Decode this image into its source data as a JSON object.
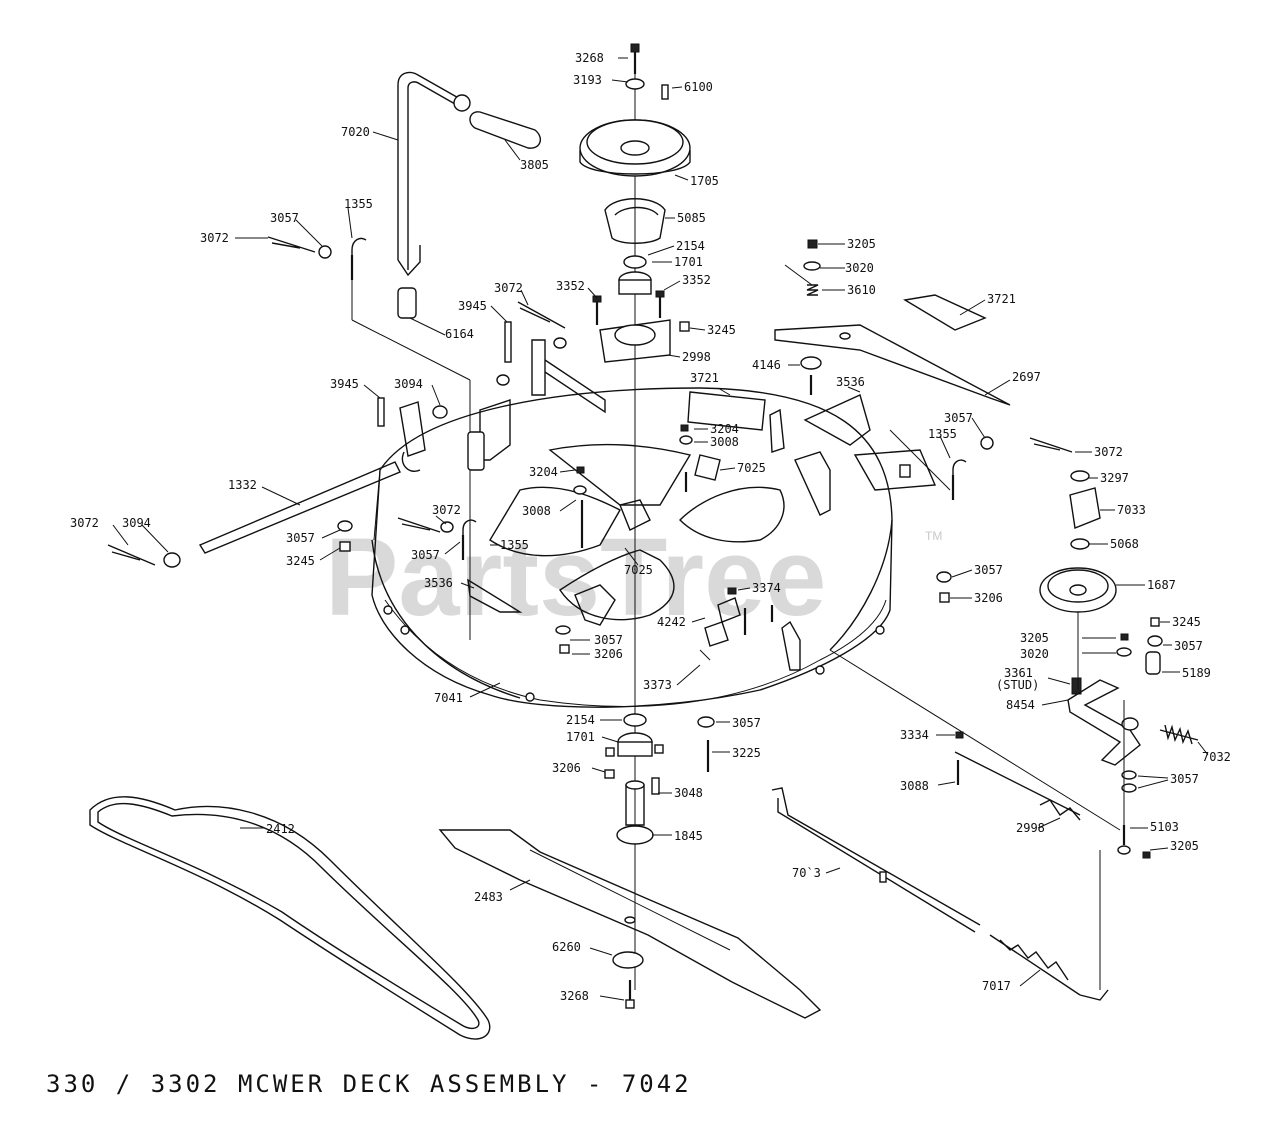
{
  "watermark": "PartsTree",
  "watermark_tm": "TM",
  "caption": "330  /  3302  MCWER  DECK  ASSEMBLY  -  7042",
  "parts": [
    {
      "id": "p1",
      "label": "3268"
    },
    {
      "id": "p2",
      "label": "3193"
    },
    {
      "id": "p3",
      "label": "6100"
    },
    {
      "id": "p4",
      "label": "7020"
    },
    {
      "id": "p5",
      "label": "3805"
    },
    {
      "id": "p6",
      "label": "1705"
    },
    {
      "id": "p7",
      "label": "5085"
    },
    {
      "id": "p8",
      "label": "2154"
    },
    {
      "id": "p9",
      "label": "1701"
    },
    {
      "id": "p10",
      "label": "3352"
    },
    {
      "id": "p11",
      "label": "3352"
    },
    {
      "id": "p12",
      "label": "3245"
    },
    {
      "id": "p13",
      "label": "2998"
    },
    {
      "id": "p14",
      "label": "3057"
    },
    {
      "id": "p15",
      "label": "1355"
    },
    {
      "id": "p16",
      "label": "3072"
    },
    {
      "id": "p17",
      "label": "6164"
    },
    {
      "id": "p18",
      "label": "3945"
    },
    {
      "id": "p19",
      "label": "3072"
    },
    {
      "id": "p20",
      "label": "3945"
    },
    {
      "id": "p21",
      "label": "3094"
    },
    {
      "id": "p22",
      "label": "1332"
    },
    {
      "id": "p23",
      "label": "3072"
    },
    {
      "id": "p24",
      "label": "3094"
    },
    {
      "id": "p25",
      "label": "3057"
    },
    {
      "id": "p26",
      "label": "3245"
    },
    {
      "id": "p27",
      "label": "3072"
    },
    {
      "id": "p28",
      "label": "3057"
    },
    {
      "id": "p29",
      "label": "1355"
    },
    {
      "id": "p30",
      "label": "3536"
    },
    {
      "id": "p31",
      "label": "7041"
    },
    {
      "id": "p32",
      "label": "3204"
    },
    {
      "id": "p33",
      "label": "3008"
    },
    {
      "id": "p34",
      "label": "3721"
    },
    {
      "id": "p35",
      "label": "3204"
    },
    {
      "id": "p36",
      "label": "3008"
    },
    {
      "id": "p37",
      "label": "7025"
    },
    {
      "id": "p38",
      "label": "7025"
    },
    {
      "id": "p39",
      "label": "3057"
    },
    {
      "id": "p40",
      "label": "3206"
    },
    {
      "id": "p41",
      "label": "3373"
    },
    {
      "id": "p42",
      "label": "4242"
    },
    {
      "id": "p43",
      "label": "3374"
    },
    {
      "id": "p44",
      "label": "3205"
    },
    {
      "id": "p45",
      "label": "3020"
    },
    {
      "id": "p46",
      "label": "3610"
    },
    {
      "id": "p47",
      "label": "3721"
    },
    {
      "id": "p48",
      "label": "4146"
    },
    {
      "id": "p49",
      "label": "3536"
    },
    {
      "id": "p50",
      "label": "2697"
    },
    {
      "id": "p51",
      "label": "1355"
    },
    {
      "id": "p52",
      "label": "3057"
    },
    {
      "id": "p53",
      "label": "3072"
    },
    {
      "id": "p54",
      "label": "3297"
    },
    {
      "id": "p55",
      "label": "7033"
    },
    {
      "id": "p56",
      "label": "5068"
    },
    {
      "id": "p57",
      "label": "1687"
    },
    {
      "id": "p58",
      "label": "3057"
    },
    {
      "id": "p59",
      "label": "3206"
    },
    {
      "id": "p60",
      "label": "3245"
    },
    {
      "id": "p61",
      "label": "3057"
    },
    {
      "id": "p62",
      "label": "3205"
    },
    {
      "id": "p63",
      "label": "3020"
    },
    {
      "id": "p64",
      "label": "5189"
    },
    {
      "id": "p65",
      "label": "3361"
    },
    {
      "id": "p66",
      "label": "(STUD)"
    },
    {
      "id": "p67",
      "label": "8454"
    },
    {
      "id": "p68",
      "label": "7032"
    },
    {
      "id": "p69",
      "label": "3334"
    },
    {
      "id": "p70",
      "label": "3057"
    },
    {
      "id": "p71",
      "label": "3088"
    },
    {
      "id": "p72",
      "label": "2998"
    },
    {
      "id": "p73",
      "label": "5103"
    },
    {
      "id": "p74",
      "label": "3205"
    },
    {
      "id": "p75",
      "label": "2154"
    },
    {
      "id": "p76",
      "label": "1701"
    },
    {
      "id": "p77",
      "label": "3057"
    },
    {
      "id": "p78",
      "label": "3225"
    },
    {
      "id": "p79",
      "label": "3206"
    },
    {
      "id": "p80",
      "label": "3048"
    },
    {
      "id": "p81",
      "label": "1845"
    },
    {
      "id": "p82",
      "label": "2412"
    },
    {
      "id": "p83",
      "label": "2483"
    },
    {
      "id": "p84",
      "label": "6260"
    },
    {
      "id": "p85",
      "label": "3268"
    },
    {
      "id": "p86",
      "label": "70`3"
    },
    {
      "id": "p87",
      "label": "7017"
    }
  ]
}
